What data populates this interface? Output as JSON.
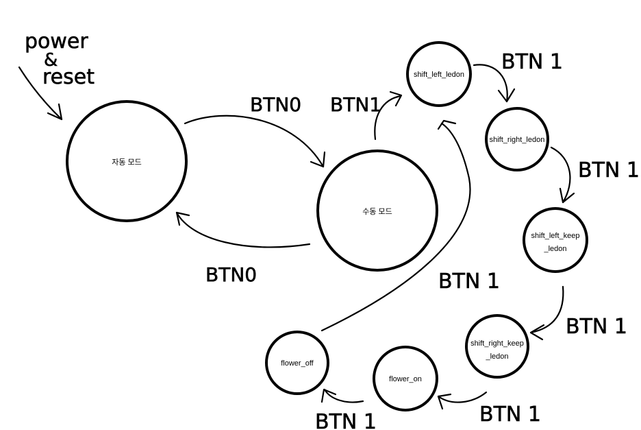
{
  "states": {
    "auto_mode": "자동 모드",
    "manual_mode": "수동 모드",
    "shift_left_ledon": "shift_left_ledon",
    "shift_right_ledon": "shift_right_ledon",
    "shift_left_keep_ledon_line1": "shift_left_keep",
    "shift_left_keep_ledon_line2": "_ledon",
    "shift_right_keep_ledon_line1": "shift_right_keep",
    "shift_right_keep_ledon_line2": "_ledon",
    "flower_on": "flower_on",
    "flower_off": "flower_off"
  },
  "start": {
    "line1": "power",
    "line2": "&",
    "line3": "reset"
  },
  "transitions": {
    "auto_to_manual": "BTN0",
    "manual_to_auto": "BTN0",
    "manual_to_shift_left": "BTN1",
    "shift_left_to_shift_right": "BTN 1",
    "shift_right_to_left_keep": "BTN 1",
    "left_keep_to_right_keep": "BTN 1",
    "right_keep_to_flower_on": "BTN 1",
    "flower_on_to_flower_off": "BTN 1",
    "flower_off_to_shift_left": "BTN 1"
  }
}
